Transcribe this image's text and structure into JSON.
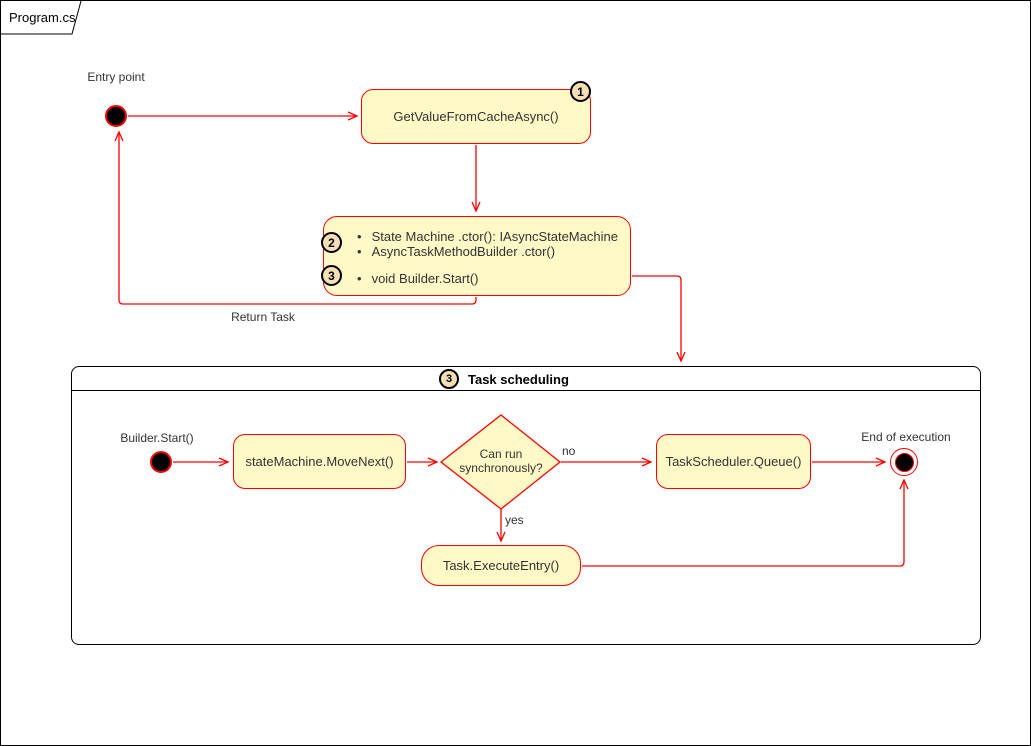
{
  "page": {
    "tab_label": "Program.cs"
  },
  "colors": {
    "node_fill": "#FFF9C7",
    "node_stroke": "#FF0000",
    "connector": "#FF0000",
    "badge_fill": "#F5DEB3",
    "badge_stroke": "#000000",
    "frame_stroke": "#000000"
  },
  "main_flow": {
    "entry_label": "Entry point",
    "get_value_node": {
      "badge": "1",
      "label": "GetValueFromCacheAsync()"
    },
    "builder_node": {
      "badge_ctor": "2",
      "badge_start": "3",
      "bullets": [
        "State Machine .ctor(): IAsyncStateMachine",
        "AsyncTaskMethodBuilder .ctor()",
        "void Builder.Start()"
      ]
    },
    "return_label": "Return Task"
  },
  "task_scheduling": {
    "badge": "3",
    "title": "Task scheduling",
    "start_label": "Builder.Start()",
    "move_next_node": {
      "label": "stateMachine.MoveNext()"
    },
    "decision_node": {
      "label": "Can run synchronously?"
    },
    "no_label": "no",
    "yes_label": "yes",
    "queue_node": {
      "label": "TaskScheduler.Queue()"
    },
    "execute_node": {
      "label": "Task.ExecuteEntry()"
    },
    "end_label": "End of execution"
  }
}
